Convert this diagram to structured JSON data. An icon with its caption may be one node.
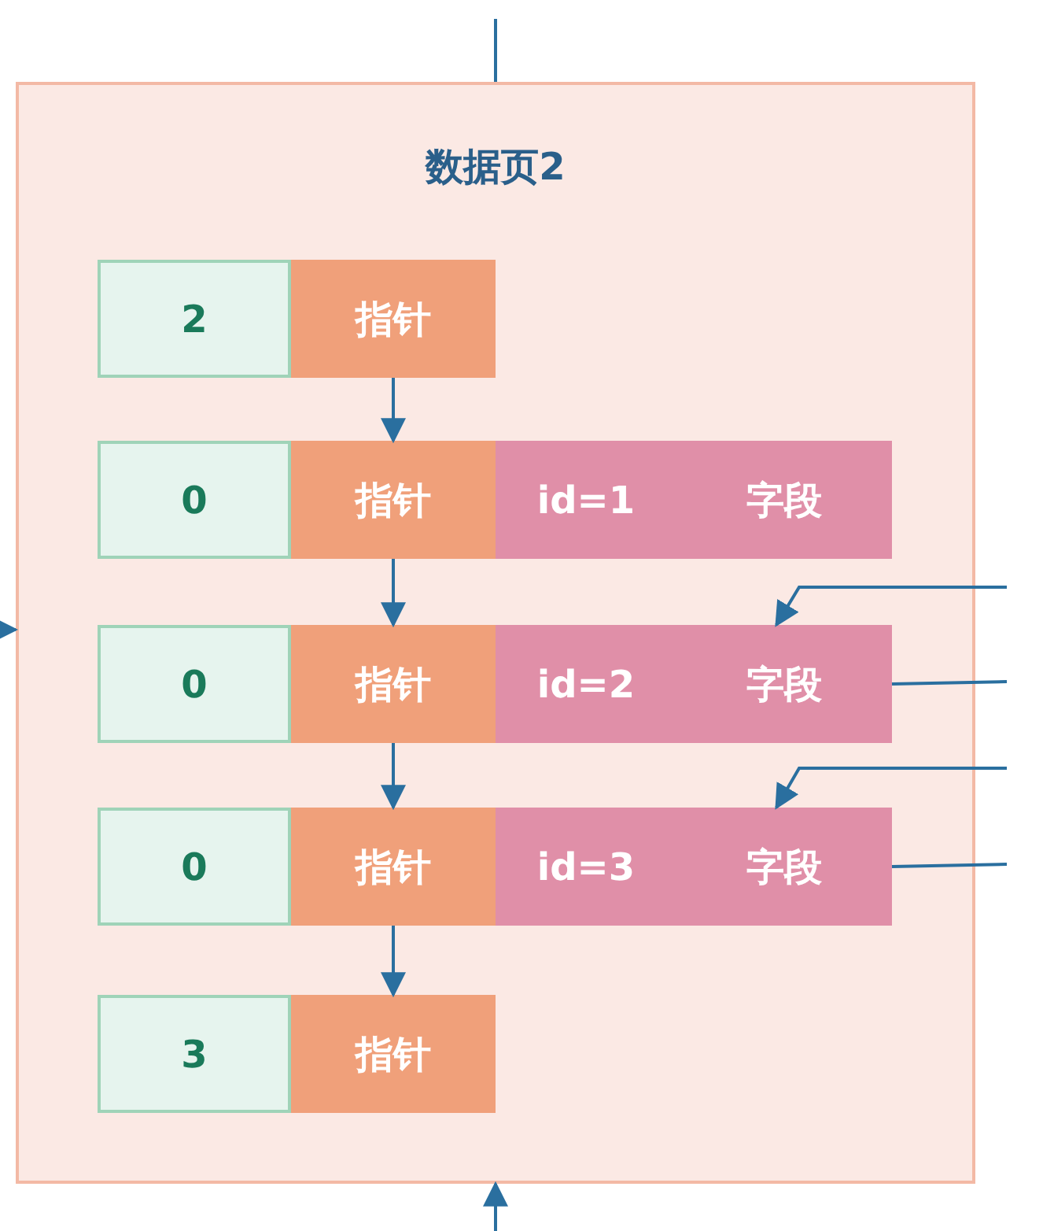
{
  "diagram": {
    "nodes": [
      {
        "text": [
          "数据页2"
        ]
      },
      {
        "text": [
          "2"
        ],
        "in": 0
      },
      {
        "text": [
          "指针"
        ],
        "in": 0
      },
      {
        "text": [
          "0"
        ],
        "in": 0
      },
      {
        "text": [
          "指针"
        ],
        "in": 0
      },
      {
        "text": [
          "id=1"
        ],
        "in": 0
      },
      {
        "text": [
          "字段"
        ],
        "in": 0
      },
      {
        "text": [
          "0"
        ],
        "in": 0
      },
      {
        "text": [
          "指针"
        ],
        "in": 0
      },
      {
        "text": [
          "id=2"
        ],
        "in": 0
      },
      {
        "text": [
          "字段"
        ],
        "in": 0
      },
      {
        "text": [
          "0"
        ],
        "in": 0
      },
      {
        "text": [
          "指针"
        ],
        "in": 0
      },
      {
        "text": [
          "id=3"
        ],
        "in": 0
      },
      {
        "text": [
          "字段"
        ],
        "in": 0
      },
      {
        "text": [
          "3"
        ],
        "in": 0
      },
      {
        "text": [
          "指针"
        ],
        "in": 0
      }
    ],
    "edges": [
      {
        "from": 2,
        "to": 4,
        "arrow": "to"
      },
      {
        "from": 4,
        "to": 8,
        "arrow": "to"
      },
      {
        "from": 8,
        "to": 12,
        "arrow": "to"
      },
      {
        "from": 12,
        "to": 16,
        "arrow": "to"
      },
      {
        "from": null,
        "to": 10,
        "arrow": "to"
      },
      {
        "from": 10,
        "to": null,
        "arrow": "none"
      },
      {
        "from": null,
        "to": 14,
        "arrow": "to"
      },
      {
        "from": 14,
        "to": null,
        "arrow": "none"
      },
      {
        "from": null,
        "to": 0,
        "arrow": "none"
      },
      {
        "from": null,
        "to": 0,
        "arrow": "to"
      },
      {
        "from": null,
        "to": 0,
        "arrow": "to"
      }
    ]
  }
}
